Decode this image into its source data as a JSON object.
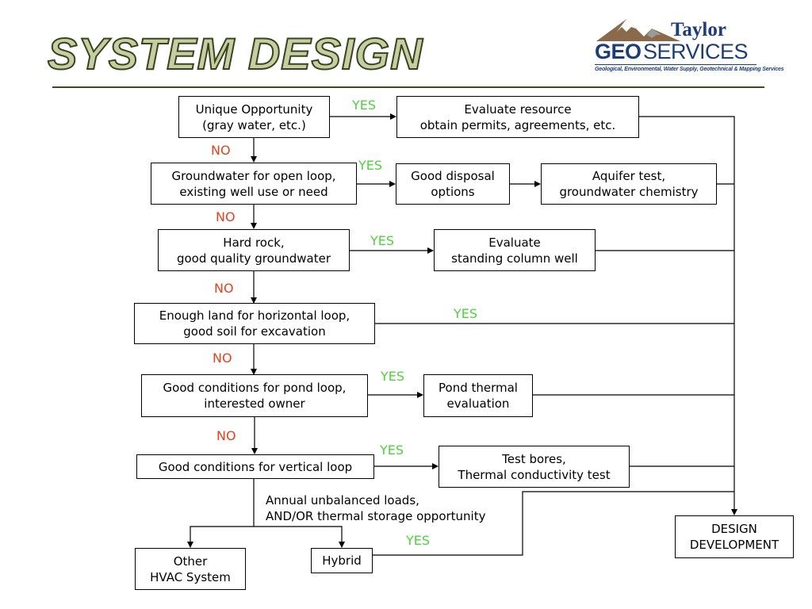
{
  "header": {
    "title": "SYSTEM DESIGN",
    "logo": {
      "taylor": "Taylor",
      "geo": "GEO",
      "services": "SERVICES",
      "tagline": "Geological, Environmental, Water Supply, Geotechnical & Mapping Services",
      "colors": {
        "blue": "#1d3d7a",
        "mountain_brown": "#8a6a4a",
        "mountain_gray": "#9a9a9a"
      }
    }
  },
  "colors": {
    "yes": "#4ed23c",
    "no": "#e8401c",
    "title_fill": "#c4cda4",
    "title_outline": "#3a4418"
  },
  "boxes": {
    "unique_opportunity": [
      "Unique Opportunity",
      "(gray water, etc.)"
    ],
    "evaluate_resource": [
      "Evaluate resource",
      "obtain permits, agreements, etc."
    ],
    "groundwater": [
      "Groundwater for open loop,",
      "existing well use or need"
    ],
    "good_disposal": [
      "Good disposal",
      "options"
    ],
    "aquifer_test": [
      "Aquifer test,",
      "groundwater chemistry"
    ],
    "hard_rock": [
      "Hard rock,",
      "good quality groundwater"
    ],
    "standing_column": [
      "Evaluate",
      "standing column well"
    ],
    "enough_land": [
      "Enough land for horizontal loop,",
      "good soil for excavation"
    ],
    "pond_loop": [
      "Good conditions for pond loop,",
      "interested owner"
    ],
    "pond_thermal": [
      "Pond thermal",
      "evaluation"
    ],
    "vertical_loop": [
      "Good conditions for vertical loop"
    ],
    "test_bores": [
      "Test bores,",
      "Thermal conductivity test"
    ],
    "other_hvac": [
      "Other",
      "HVAC System"
    ],
    "hybrid": [
      "Hybrid"
    ],
    "design_development": [
      "DESIGN",
      "DEVELOPMENT"
    ]
  },
  "annotation": [
    "Annual unbalanced loads,",
    "AND/OR thermal storage opportunity"
  ],
  "labels": {
    "yes": "YES",
    "no": "NO"
  }
}
